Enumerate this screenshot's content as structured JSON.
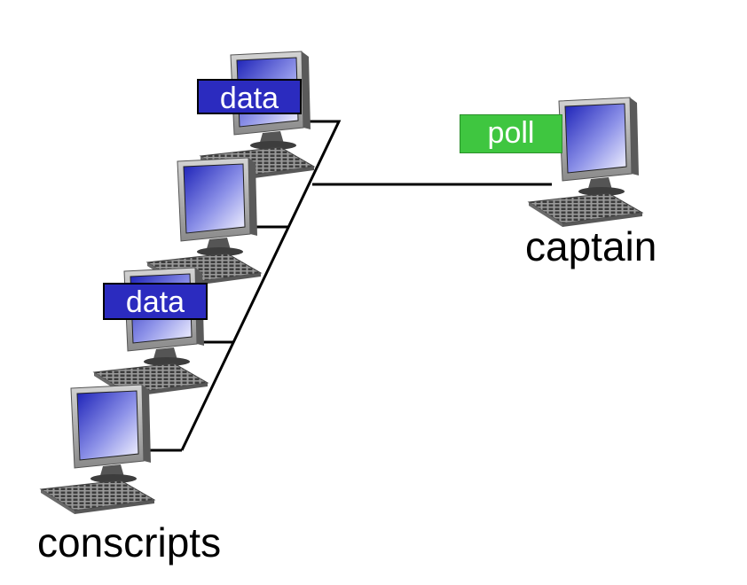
{
  "captain": {
    "label": "captain",
    "message": "poll"
  },
  "conscripts": {
    "label": "conscripts",
    "nodes": [
      {
        "message": "data"
      },
      {
        "message": ""
      },
      {
        "message": "data"
      },
      {
        "message": ""
      }
    ]
  },
  "colors": {
    "data_tag": "#2b2bbf",
    "poll_tag": "#3fc640",
    "link": "#000000",
    "screen": "#3a3fd6"
  },
  "icons": {
    "host": "desktop-computer-icon"
  }
}
